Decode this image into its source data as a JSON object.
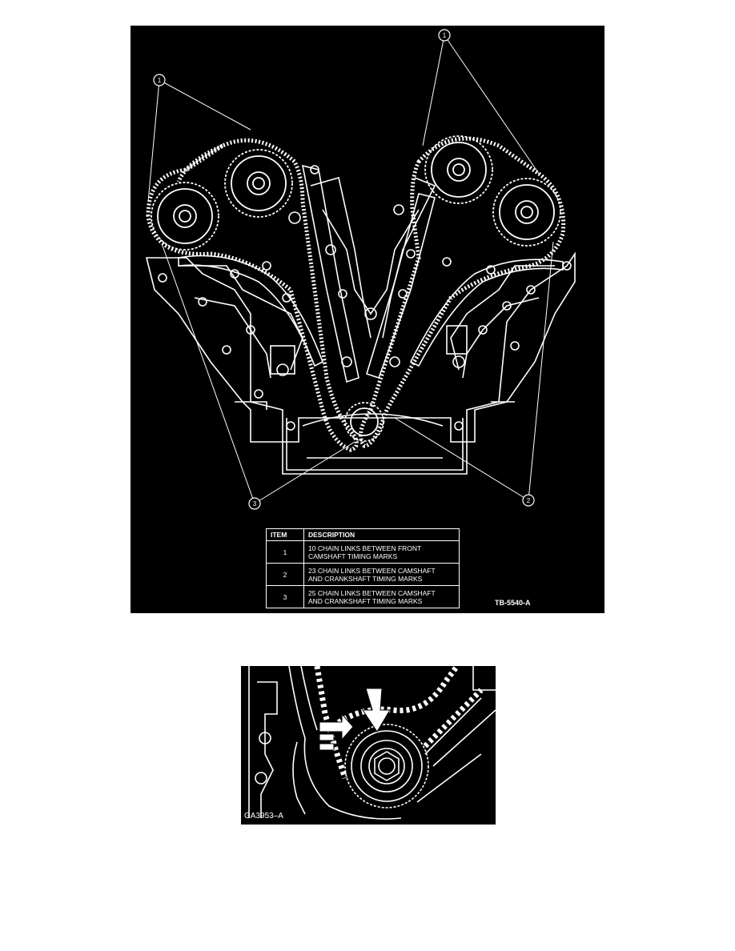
{
  "figure1": {
    "callouts": [
      "1",
      "1",
      "2",
      "3"
    ],
    "table": {
      "headers": {
        "item": "ITEM",
        "description": "DESCRIPTION"
      },
      "rows": [
        {
          "item": "1",
          "line1": "10 CHAIN LINKS BETWEEN FRONT",
          "line2": "CAMSHAFT TIMING MARKS"
        },
        {
          "item": "2",
          "line1": "23 CHAIN LINKS BETWEEN CAMSHAFT",
          "line2": "AND CRANKSHAFT TIMING MARKS"
        },
        {
          "item": "3",
          "line1": "25 CHAIN LINKS BETWEEN CAMSHAFT",
          "line2": "AND CRANKSHAFT TIMING MARKS"
        }
      ]
    },
    "code": "TB-5540-A"
  },
  "figure2": {
    "code": "GA3953–A"
  },
  "colors": {
    "figure_bg": "#000000",
    "line_art": "#ffffff",
    "page_bg": "#ffffff"
  }
}
